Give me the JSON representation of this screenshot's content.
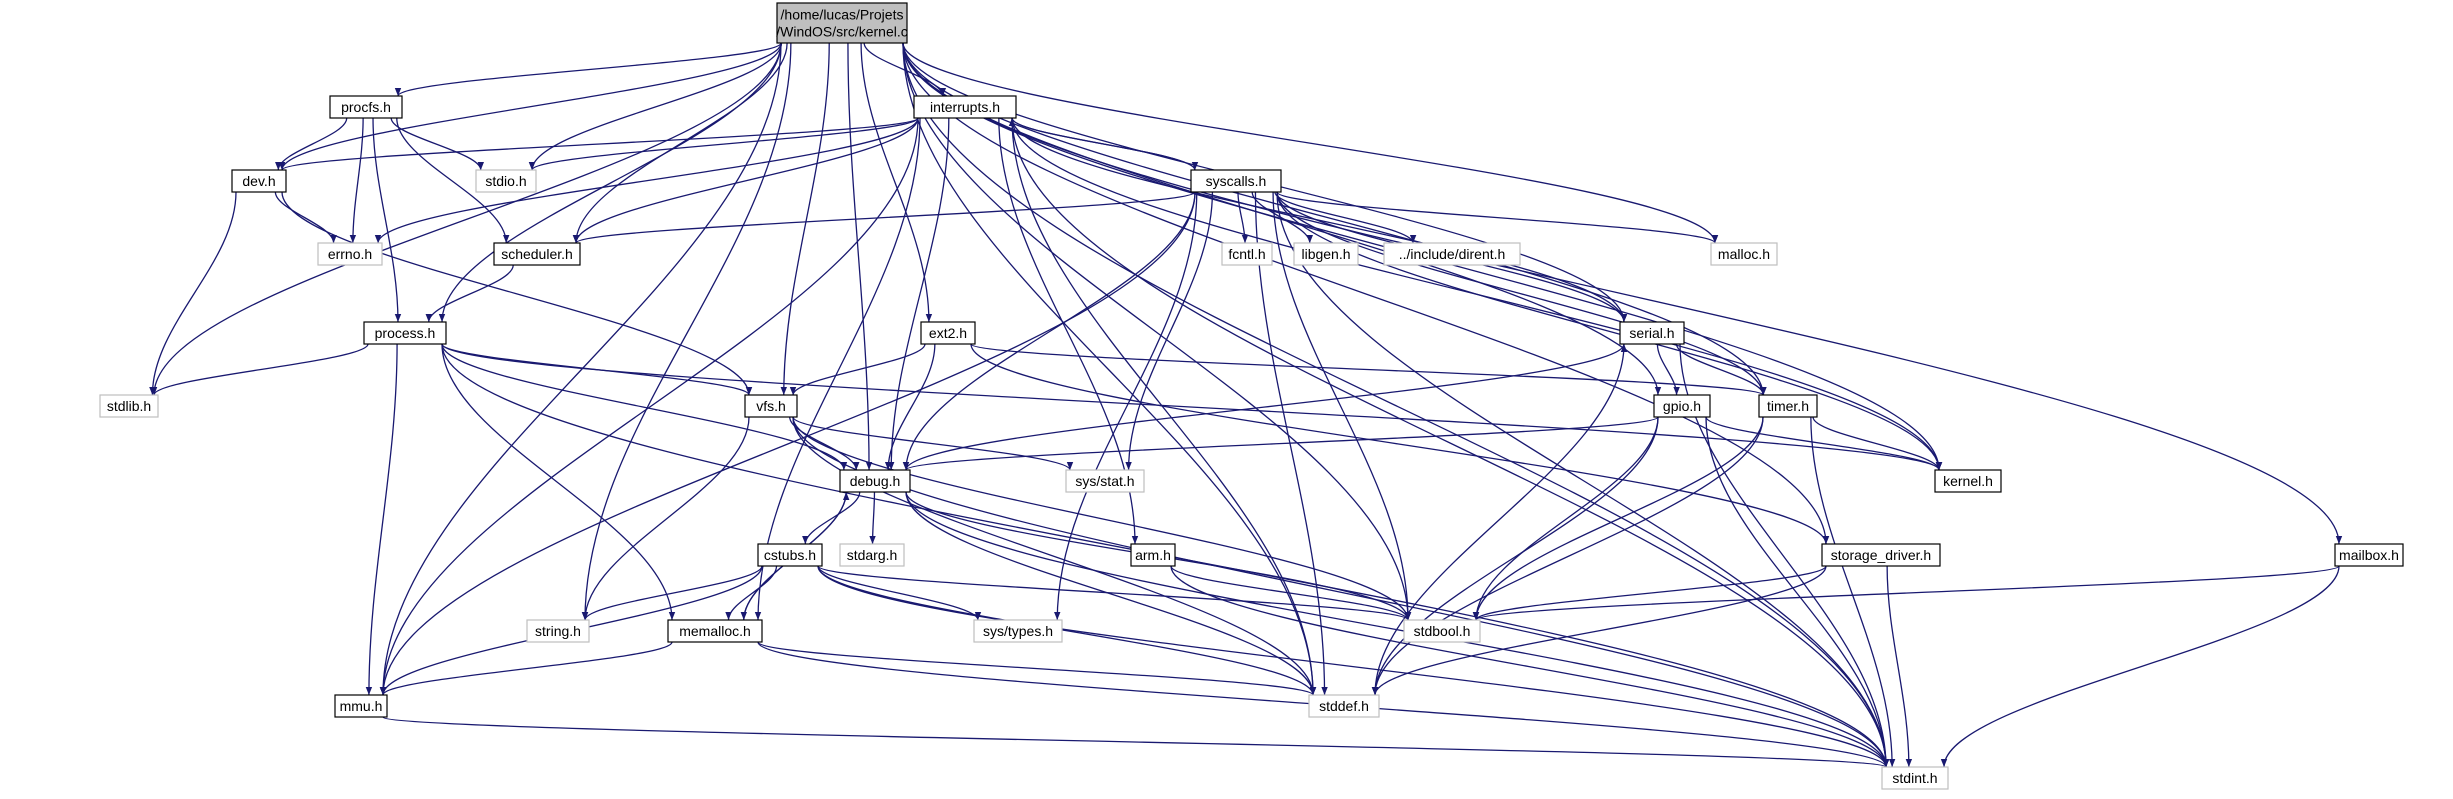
{
  "graph": {
    "root": "/home/lucas/Projets/WindOS/src/kernel.c",
    "nodes": [
      {
        "id": "kernel_c",
        "lines": [
          "/home/lucas/Projets",
          "/WindOS/src/kernel.c"
        ],
        "kind": "root"
      },
      {
        "id": "procfs_h",
        "lines": [
          "procfs.h"
        ],
        "kind": "int"
      },
      {
        "id": "interrupts_h",
        "lines": [
          "interrupts.h"
        ],
        "kind": "int"
      },
      {
        "id": "dev_h",
        "lines": [
          "dev.h"
        ],
        "kind": "int"
      },
      {
        "id": "stdio_h",
        "lines": [
          "stdio.h"
        ],
        "kind": "ext"
      },
      {
        "id": "syscalls_h",
        "lines": [
          "syscalls.h"
        ],
        "kind": "int"
      },
      {
        "id": "errno_h",
        "lines": [
          "errno.h"
        ],
        "kind": "ext"
      },
      {
        "id": "scheduler_h",
        "lines": [
          "scheduler.h"
        ],
        "kind": "int"
      },
      {
        "id": "fcntl_h",
        "lines": [
          "fcntl.h"
        ],
        "kind": "ext"
      },
      {
        "id": "libgen_h",
        "lines": [
          "libgen.h"
        ],
        "kind": "ext"
      },
      {
        "id": "dirent_h",
        "lines": [
          "../include/dirent.h"
        ],
        "kind": "ext"
      },
      {
        "id": "malloc_h",
        "lines": [
          "malloc.h"
        ],
        "kind": "ext"
      },
      {
        "id": "process_h",
        "lines": [
          "process.h"
        ],
        "kind": "int"
      },
      {
        "id": "ext2_h",
        "lines": [
          "ext2.h"
        ],
        "kind": "int"
      },
      {
        "id": "serial_h",
        "lines": [
          "serial.h"
        ],
        "kind": "int"
      },
      {
        "id": "stdlib_h",
        "lines": [
          "stdlib.h"
        ],
        "kind": "ext"
      },
      {
        "id": "vfs_h",
        "lines": [
          "vfs.h"
        ],
        "kind": "int"
      },
      {
        "id": "gpio_h",
        "lines": [
          "gpio.h"
        ],
        "kind": "int"
      },
      {
        "id": "timer_h",
        "lines": [
          "timer.h"
        ],
        "kind": "int"
      },
      {
        "id": "debug_h",
        "lines": [
          "debug.h"
        ],
        "kind": "int"
      },
      {
        "id": "sys_stat_h",
        "lines": [
          "sys/stat.h"
        ],
        "kind": "ext"
      },
      {
        "id": "kernel_h",
        "lines": [
          "kernel.h"
        ],
        "kind": "int"
      },
      {
        "id": "cstubs_h",
        "lines": [
          "cstubs.h"
        ],
        "kind": "int"
      },
      {
        "id": "stdarg_h",
        "lines": [
          "stdarg.h"
        ],
        "kind": "ext"
      },
      {
        "id": "arm_h",
        "lines": [
          "arm.h"
        ],
        "kind": "int"
      },
      {
        "id": "storage_driver_h",
        "lines": [
          "storage_driver.h"
        ],
        "kind": "int"
      },
      {
        "id": "mailbox_h",
        "lines": [
          "mailbox.h"
        ],
        "kind": "int"
      },
      {
        "id": "string_h",
        "lines": [
          "string.h"
        ],
        "kind": "ext"
      },
      {
        "id": "memalloc_h",
        "lines": [
          "memalloc.h"
        ],
        "kind": "int"
      },
      {
        "id": "sys_types_h",
        "lines": [
          "sys/types.h"
        ],
        "kind": "ext"
      },
      {
        "id": "stdbool_h",
        "lines": [
          "stdbool.h"
        ],
        "kind": "ext"
      },
      {
        "id": "mmu_h",
        "lines": [
          "mmu.h"
        ],
        "kind": "int"
      },
      {
        "id": "stddef_h",
        "lines": [
          "stddef.h"
        ],
        "kind": "ext"
      },
      {
        "id": "stdint_h",
        "lines": [
          "stdint.h"
        ],
        "kind": "ext"
      }
    ],
    "edges": [
      [
        "kernel_c",
        "procfs_h"
      ],
      [
        "kernel_c",
        "interrupts_h"
      ],
      [
        "kernel_c",
        "dev_h"
      ],
      [
        "kernel_c",
        "stdio_h"
      ],
      [
        "kernel_c",
        "scheduler_h"
      ],
      [
        "kernel_c",
        "process_h"
      ],
      [
        "kernel_c",
        "ext2_h"
      ],
      [
        "kernel_c",
        "serial_h"
      ],
      [
        "kernel_c",
        "stdlib_h"
      ],
      [
        "kernel_c",
        "vfs_h"
      ],
      [
        "kernel_c",
        "gpio_h"
      ],
      [
        "kernel_c",
        "timer_h"
      ],
      [
        "kernel_c",
        "debug_h"
      ],
      [
        "kernel_c",
        "kernel_h"
      ],
      [
        "kernel_c",
        "storage_driver_h"
      ],
      [
        "kernel_c",
        "mailbox_h"
      ],
      [
        "kernel_c",
        "string_h"
      ],
      [
        "kernel_c",
        "malloc_h"
      ],
      [
        "kernel_c",
        "stdbool_h"
      ],
      [
        "kernel_c",
        "mmu_h"
      ],
      [
        "kernel_c",
        "stddef_h"
      ],
      [
        "kernel_c",
        "stdint_h"
      ],
      [
        "procfs_h",
        "dev_h"
      ],
      [
        "procfs_h",
        "stdio_h"
      ],
      [
        "procfs_h",
        "errno_h"
      ],
      [
        "procfs_h",
        "scheduler_h"
      ],
      [
        "procfs_h",
        "process_h"
      ],
      [
        "interrupts_h",
        "stdio_h"
      ],
      [
        "interrupts_h",
        "syscalls_h"
      ],
      [
        "interrupts_h",
        "errno_h"
      ],
      [
        "interrupts_h",
        "scheduler_h"
      ],
      [
        "interrupts_h",
        "serial_h"
      ],
      [
        "interrupts_h",
        "debug_h"
      ],
      [
        "interrupts_h",
        "kernel_h"
      ],
      [
        "interrupts_h",
        "arm_h"
      ],
      [
        "interrupts_h",
        "memalloc_h"
      ],
      [
        "interrupts_h",
        "mmu_h"
      ],
      [
        "interrupts_h",
        "stddef_h"
      ],
      [
        "interrupts_h",
        "stdint_h"
      ],
      [
        "interrupts_h",
        "dev_h"
      ],
      [
        "syscalls_h",
        "interrupts_h"
      ],
      [
        "syscalls_h",
        "scheduler_h"
      ],
      [
        "syscalls_h",
        "fcntl_h"
      ],
      [
        "syscalls_h",
        "libgen_h"
      ],
      [
        "syscalls_h",
        "dirent_h"
      ],
      [
        "syscalls_h",
        "malloc_h"
      ],
      [
        "syscalls_h",
        "serial_h"
      ],
      [
        "syscalls_h",
        "timer_h"
      ],
      [
        "syscalls_h",
        "debug_h"
      ],
      [
        "syscalls_h",
        "sys_stat_h"
      ],
      [
        "syscalls_h",
        "kernel_h"
      ],
      [
        "syscalls_h",
        "sys_types_h"
      ],
      [
        "syscalls_h",
        "stdbool_h"
      ],
      [
        "syscalls_h",
        "mmu_h"
      ],
      [
        "syscalls_h",
        "stddef_h"
      ],
      [
        "syscalls_h",
        "stdint_h"
      ],
      [
        "dev_h",
        "errno_h"
      ],
      [
        "dev_h",
        "stdlib_h"
      ],
      [
        "dev_h",
        "vfs_h"
      ],
      [
        "scheduler_h",
        "process_h"
      ],
      [
        "process_h",
        "stdlib_h"
      ],
      [
        "process_h",
        "vfs_h"
      ],
      [
        "process_h",
        "debug_h"
      ],
      [
        "process_h",
        "kernel_h"
      ],
      [
        "process_h",
        "memalloc_h"
      ],
      [
        "process_h",
        "mmu_h"
      ],
      [
        "process_h",
        "stdint_h"
      ],
      [
        "ext2_h",
        "vfs_h"
      ],
      [
        "ext2_h",
        "debug_h"
      ],
      [
        "ext2_h",
        "timer_h"
      ],
      [
        "ext2_h",
        "storage_driver_h"
      ],
      [
        "serial_h",
        "gpio_h"
      ],
      [
        "serial_h",
        "timer_h"
      ],
      [
        "serial_h",
        "stddef_h"
      ],
      [
        "serial_h",
        "stdint_h"
      ],
      [
        "vfs_h",
        "debug_h"
      ],
      [
        "vfs_h",
        "sys_stat_h"
      ],
      [
        "vfs_h",
        "string_h"
      ],
      [
        "vfs_h",
        "stdbool_h"
      ],
      [
        "vfs_h",
        "stddef_h"
      ],
      [
        "vfs_h",
        "stdint_h"
      ],
      [
        "gpio_h",
        "debug_h"
      ],
      [
        "gpio_h",
        "kernel_h"
      ],
      [
        "gpio_h",
        "stdbool_h"
      ],
      [
        "gpio_h",
        "stddef_h"
      ],
      [
        "gpio_h",
        "stdint_h"
      ],
      [
        "timer_h",
        "kernel_h"
      ],
      [
        "timer_h",
        "stdbool_h"
      ],
      [
        "timer_h",
        "stddef_h"
      ],
      [
        "timer_h",
        "stdint_h"
      ],
      [
        "debug_h",
        "serial_h"
      ],
      [
        "debug_h",
        "cstubs_h"
      ],
      [
        "debug_h",
        "stdarg_h"
      ],
      [
        "debug_h",
        "memalloc_h"
      ],
      [
        "debug_h",
        "stdbool_h"
      ],
      [
        "debug_h",
        "stddef_h"
      ],
      [
        "debug_h",
        "stdint_h"
      ],
      [
        "cstubs_h",
        "string_h"
      ],
      [
        "cstubs_h",
        "memalloc_h"
      ],
      [
        "cstubs_h",
        "sys_types_h"
      ],
      [
        "cstubs_h",
        "stdbool_h"
      ],
      [
        "cstubs_h",
        "mmu_h"
      ],
      [
        "cstubs_h",
        "stddef_h"
      ],
      [
        "cstubs_h",
        "stdint_h"
      ],
      [
        "arm_h",
        "stdbool_h"
      ],
      [
        "arm_h",
        "stdint_h"
      ],
      [
        "storage_driver_h",
        "stdbool_h"
      ],
      [
        "storage_driver_h",
        "stddef_h"
      ],
      [
        "storage_driver_h",
        "stdint_h"
      ],
      [
        "mailbox_h",
        "stdbool_h"
      ],
      [
        "mailbox_h",
        "stdint_h"
      ],
      [
        "memalloc_h",
        "debug_h"
      ],
      [
        "memalloc_h",
        "mmu_h"
      ],
      [
        "memalloc_h",
        "stddef_h"
      ],
      [
        "memalloc_h",
        "stdint_h"
      ],
      [
        "mmu_h",
        "stdint_h"
      ]
    ]
  }
}
